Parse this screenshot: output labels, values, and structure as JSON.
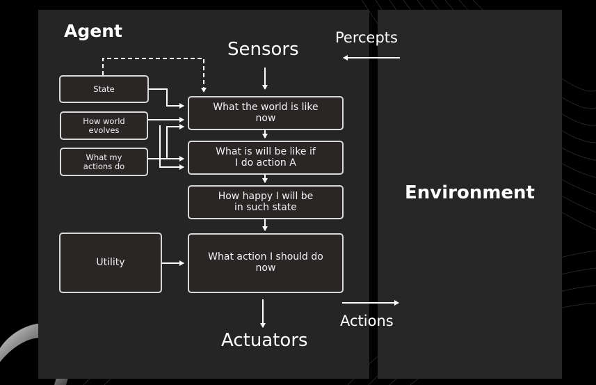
{
  "colors": {
    "background": "#000000",
    "panel": "#262626",
    "box_border": "#d9d9d9",
    "text": "#ffffff"
  },
  "labels": {
    "agent": "Agent",
    "environment": "Environment",
    "sensors": "Sensors",
    "actuators": "Actuators",
    "percepts": "Percepts",
    "actions": "Actions"
  },
  "boxes": {
    "state": "State",
    "how_world_evolves": "How world\nevolves",
    "what_my_actions_do": "What my\nactions do",
    "utility": "Utility",
    "what_world_is_like": "What the world is like\nnow",
    "what_it_will_be_like": "What is will be like if\nI do action A",
    "how_happy": "How happy I will be\nin such state",
    "what_action": "What action I should do\nnow"
  }
}
